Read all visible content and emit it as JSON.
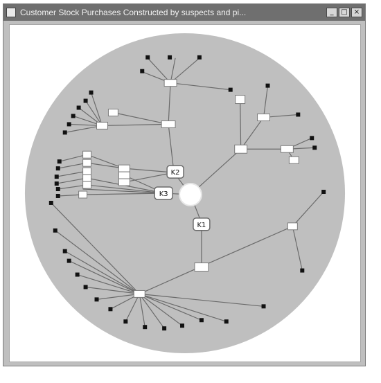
{
  "window": {
    "title": "Customer Stock Purchases Constructed by suspects and pi...",
    "buttons": [
      "_",
      "□",
      "×"
    ]
  },
  "graph": {
    "labels": [
      "K2",
      "K3",
      "K1"
    ],
    "colors": {
      "background": "#bfbfbf",
      "edge": "#6a6a6a",
      "node_dark": "#111111",
      "node_light": "#ffffff"
    }
  }
}
